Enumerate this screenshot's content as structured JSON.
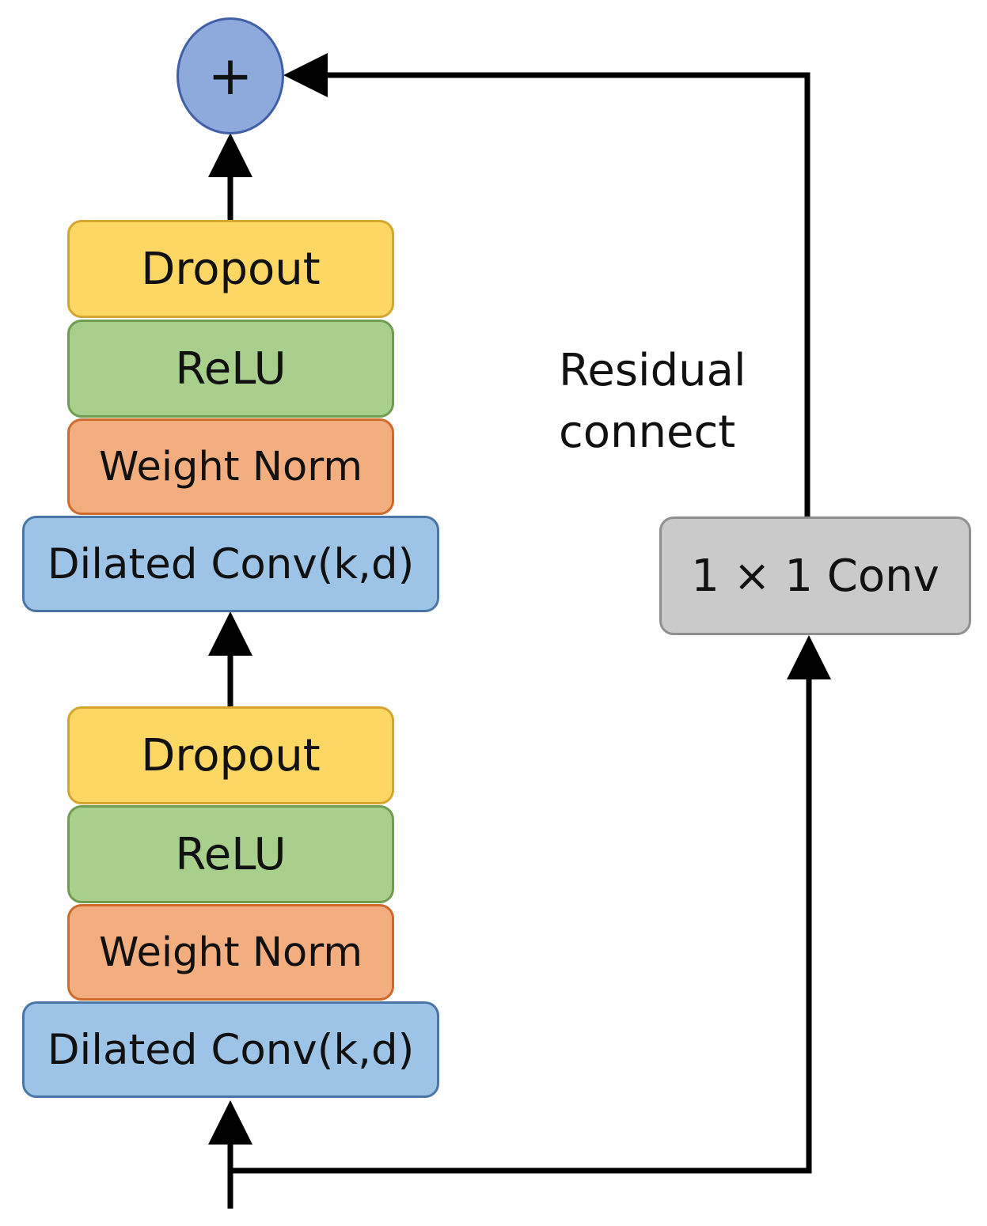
{
  "sum_node": {
    "symbol": "+"
  },
  "upper_stack": {
    "dropout": "Dropout",
    "relu": "ReLU",
    "weight_norm": "Weight Norm",
    "dilated_conv": "Dilated Conv(k,d)"
  },
  "lower_stack": {
    "dropout": "Dropout",
    "relu": "ReLU",
    "weight_norm": "Weight Norm",
    "dilated_conv": "Dilated Conv(k,d)"
  },
  "residual": {
    "label_line1": "Residual",
    "label_line2": "connect",
    "conv_label": "1 × 1 Conv"
  },
  "colors": {
    "dropout": "#FDD764",
    "relu": "#A8D08C",
    "weight_norm": "#F3AE80",
    "dilated_conv": "#9DC3E6",
    "conv_1x1": "#CACACA",
    "sum_node": "#8EA9DB",
    "wire": "#000000"
  }
}
